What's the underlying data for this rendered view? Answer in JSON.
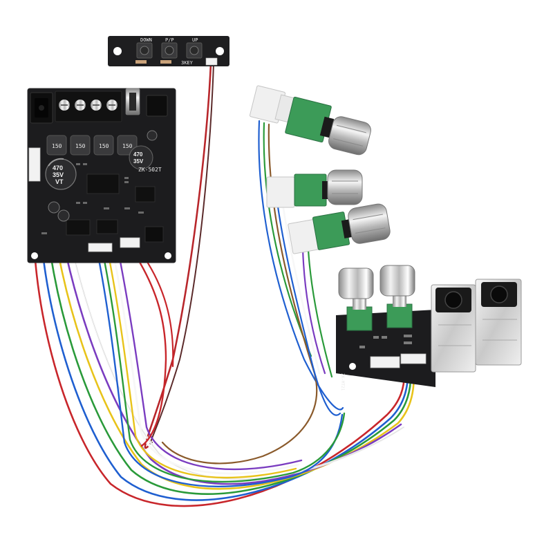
{
  "scene": {
    "subject": "amplifier-board-kit-with-control-modules",
    "background_color": "#ffffff"
  },
  "main_board": {
    "model_label": "ZK-502T",
    "capacitor_large": [
      "470",
      "35V",
      "VT"
    ],
    "capacitor_right": [
      "470",
      "35V"
    ],
    "inductor_labels": [
      "150",
      "150",
      "150",
      "150"
    ],
    "board_color": "#1c1c1e"
  },
  "button_board": {
    "button_labels": [
      "DOWN",
      "P/P",
      "UP"
    ],
    "edge_label": "3KEY",
    "board_color": "#1e1e20"
  },
  "tone_pots": {
    "count": 3,
    "shaft_color": "#3c9b58",
    "knob_color": "#cfcfcf"
  },
  "jack_board": {
    "edge_label": "ZK-MT21",
    "knob_count": 2,
    "jack_count": 2
  },
  "wires": {
    "colors": [
      "#c8262b",
      "#1f5fd0",
      "#2a9a3a",
      "#e8c31a",
      "#7a3cc0",
      "#ffffff",
      "#8a5a2b",
      "#d9d9d9"
    ]
  }
}
